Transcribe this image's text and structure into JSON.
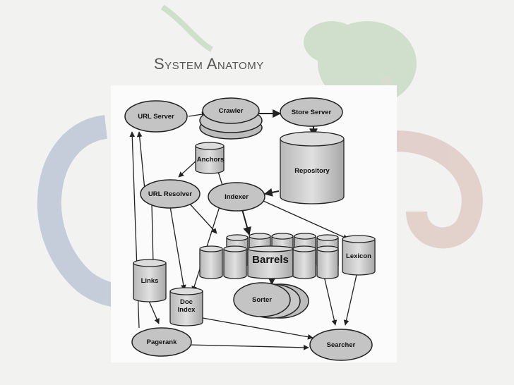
{
  "slide": {
    "title": "System Anatomy"
  },
  "diagram": {
    "nodes": {
      "url_server": "URL Server",
      "crawler": "Crawler",
      "store_server": "Store Server",
      "anchors": "Anchors",
      "repository": "Repository",
      "url_resolver": "URL Resolver",
      "indexer": "Indexer",
      "barrels": "Barrels",
      "lexicon": "Lexicon",
      "links": "Links",
      "doc_index_1": "Doc",
      "doc_index_2": "Index",
      "sorter": "Sorter",
      "pagerank": "Pagerank",
      "searcher": "Searcher"
    }
  },
  "colors": {
    "ellipse_fill": "#c4c4c4",
    "cylinder_fill": "#d0d0d0",
    "stroke": "#222222",
    "logo_blue": "#8fa0c0",
    "logo_red": "#d0a8a0",
    "logo_yellow": "#d8d4b0",
    "logo_green": "#a8c8a0"
  }
}
